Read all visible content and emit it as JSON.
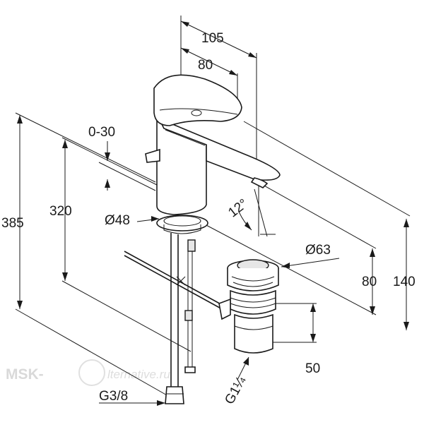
{
  "dimensions": {
    "d105": "105",
    "d80_top": "80",
    "d0_30": "0-30",
    "d385": "385",
    "d320": "320",
    "angle": "12°",
    "dia48": "Ø48",
    "dia63": "Ø63",
    "d80_right": "80",
    "d140": "140",
    "d50": "50",
    "g38": "G3/8",
    "g114": "G1¼"
  },
  "watermark": {
    "left": "MSK-",
    "right": "lternative.ru"
  }
}
